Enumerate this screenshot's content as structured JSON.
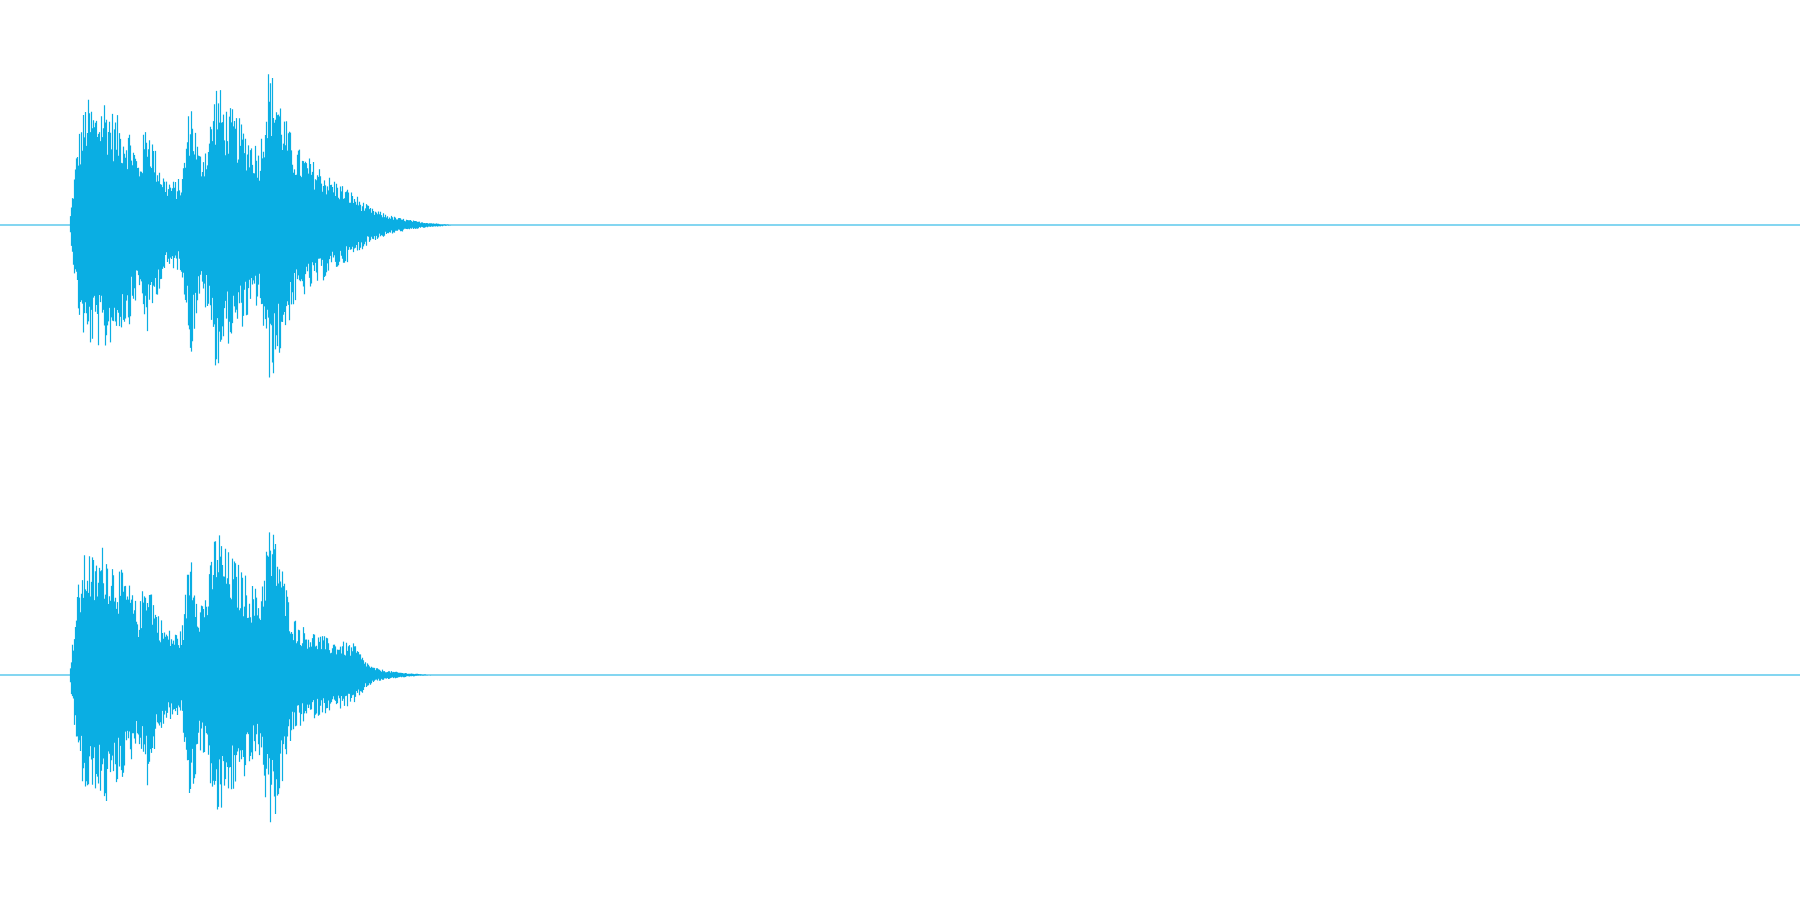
{
  "waveform": {
    "waveform_color": "#0AAEE3",
    "background_color": "#FFFFFF",
    "channels": [
      {
        "name": "",
        "envelope": [
          [
            0.0,
            0.0
          ],
          [
            0.005,
            0.55
          ],
          [
            0.01,
            0.78
          ],
          [
            0.015,
            0.72
          ],
          [
            0.02,
            0.8
          ],
          [
            0.025,
            0.7
          ],
          [
            0.03,
            0.64
          ],
          [
            0.035,
            0.6
          ],
          [
            0.04,
            0.4
          ],
          [
            0.045,
            0.68
          ],
          [
            0.05,
            0.45
          ],
          [
            0.055,
            0.3
          ],
          [
            0.06,
            0.27
          ],
          [
            0.065,
            0.29
          ],
          [
            0.07,
            0.82
          ],
          [
            0.075,
            0.45
          ],
          [
            0.08,
            0.55
          ],
          [
            0.085,
            0.9
          ],
          [
            0.09,
            0.74
          ],
          [
            0.095,
            0.7
          ],
          [
            0.1,
            0.62
          ],
          [
            0.105,
            0.55
          ],
          [
            0.11,
            0.48
          ],
          [
            0.115,
            0.96
          ],
          [
            0.12,
            0.88
          ],
          [
            0.125,
            0.65
          ],
          [
            0.13,
            0.5
          ],
          [
            0.135,
            0.44
          ],
          [
            0.14,
            0.4
          ],
          [
            0.145,
            0.36
          ],
          [
            0.15,
            0.3
          ],
          [
            0.155,
            0.27
          ],
          [
            0.16,
            0.23
          ],
          [
            0.165,
            0.19
          ],
          [
            0.17,
            0.14
          ],
          [
            0.175,
            0.1
          ],
          [
            0.18,
            0.08
          ],
          [
            0.185,
            0.06
          ],
          [
            0.19,
            0.045
          ],
          [
            0.195,
            0.035
          ],
          [
            0.2,
            0.025
          ],
          [
            0.205,
            0.018
          ],
          [
            0.21,
            0.012
          ],
          [
            0.215,
            0.008
          ],
          [
            0.22,
            0.004
          ],
          [
            0.225,
            0.002
          ],
          [
            0.23,
            0.0
          ]
        ]
      },
      {
        "name": "",
        "envelope": [
          [
            0.0,
            0.0
          ],
          [
            0.005,
            0.55
          ],
          [
            0.01,
            0.8
          ],
          [
            0.015,
            0.7
          ],
          [
            0.02,
            0.82
          ],
          [
            0.025,
            0.72
          ],
          [
            0.03,
            0.64
          ],
          [
            0.035,
            0.55
          ],
          [
            0.04,
            0.4
          ],
          [
            0.045,
            0.68
          ],
          [
            0.05,
            0.42
          ],
          [
            0.055,
            0.3
          ],
          [
            0.06,
            0.26
          ],
          [
            0.065,
            0.28
          ],
          [
            0.07,
            0.84
          ],
          [
            0.075,
            0.45
          ],
          [
            0.08,
            0.56
          ],
          [
            0.085,
            0.95
          ],
          [
            0.09,
            0.78
          ],
          [
            0.095,
            0.72
          ],
          [
            0.1,
            0.64
          ],
          [
            0.105,
            0.57
          ],
          [
            0.11,
            0.5
          ],
          [
            0.115,
            0.92
          ],
          [
            0.12,
            0.85
          ],
          [
            0.125,
            0.55
          ],
          [
            0.13,
            0.35
          ],
          [
            0.135,
            0.3
          ],
          [
            0.14,
            0.27
          ],
          [
            0.145,
            0.25
          ],
          [
            0.15,
            0.22
          ],
          [
            0.155,
            0.21
          ],
          [
            0.16,
            0.2
          ],
          [
            0.165,
            0.19
          ],
          [
            0.17,
            0.1
          ],
          [
            0.175,
            0.05
          ],
          [
            0.18,
            0.035
          ],
          [
            0.185,
            0.025
          ],
          [
            0.19,
            0.018
          ],
          [
            0.195,
            0.012
          ],
          [
            0.2,
            0.008
          ],
          [
            0.205,
            0.005
          ],
          [
            0.21,
            0.003
          ],
          [
            0.215,
            0.001
          ],
          [
            0.22,
            0.0
          ]
        ]
      }
    ]
  }
}
